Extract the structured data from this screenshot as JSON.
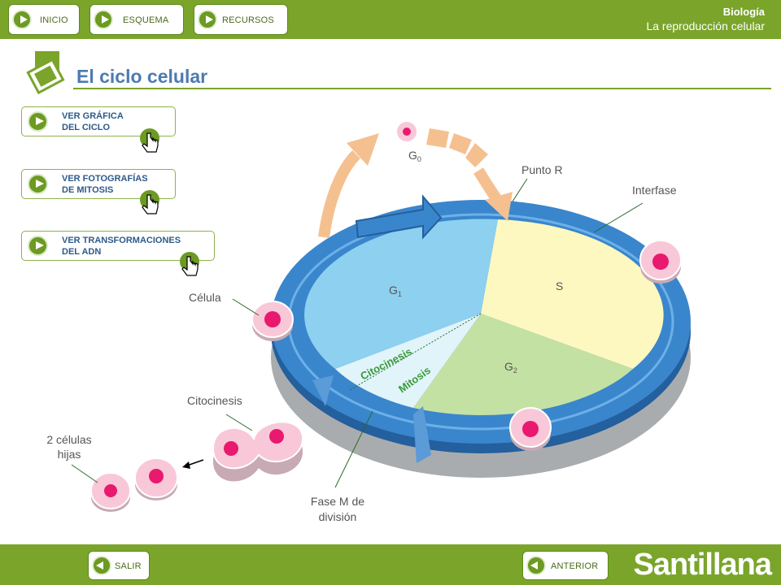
{
  "nav": {
    "inicio": "INICIO",
    "esquema": "ESQUEMA",
    "recursos": "RECURSOS"
  },
  "subject": {
    "name": "Biología",
    "unit": "La reproducción celular"
  },
  "page_title": "El ciclo celular",
  "side_buttons": {
    "grafica": "VER GRÁFICA\nDEL CICLO",
    "fotografias": "VER FOTOGRAFÍAS\nDE MITOSIS",
    "transformaciones": "VER TRANSFORMACIONES\nDEL ADN"
  },
  "diagram": {
    "g0": "G",
    "g0_sub": "0",
    "g1": "G",
    "g1_sub": "1",
    "g2": "G",
    "g2_sub": "2",
    "s": "S",
    "citocinesis_inner": "Citocinesis",
    "mitosis_inner": "Mitosis",
    "punto_r": "Punto R",
    "interfase": "Interfase",
    "celula": "Célula",
    "citocinesis": "Citocinesis",
    "celulas_hijas_1": "2 células",
    "celulas_hijas_2": "hijas",
    "fase_m_1": "Fase M de",
    "fase_m_2": "división"
  },
  "colors": {
    "bar_green": "#7aa52a",
    "title_blue": "#4d7bb0",
    "g1": "#8dd0f0",
    "s": "#fdf8c0",
    "g2": "#c4e1a4",
    "mitosis": "#e0f4fa",
    "ring": "#3a86cc",
    "cell": "#f8c8d8",
    "nucleus": "#e8196e",
    "g0_arrow": "#f5c090"
  },
  "footer": {
    "salir": "SALIR",
    "anterior": "ANTERIOR",
    "brand": "Santillana"
  }
}
